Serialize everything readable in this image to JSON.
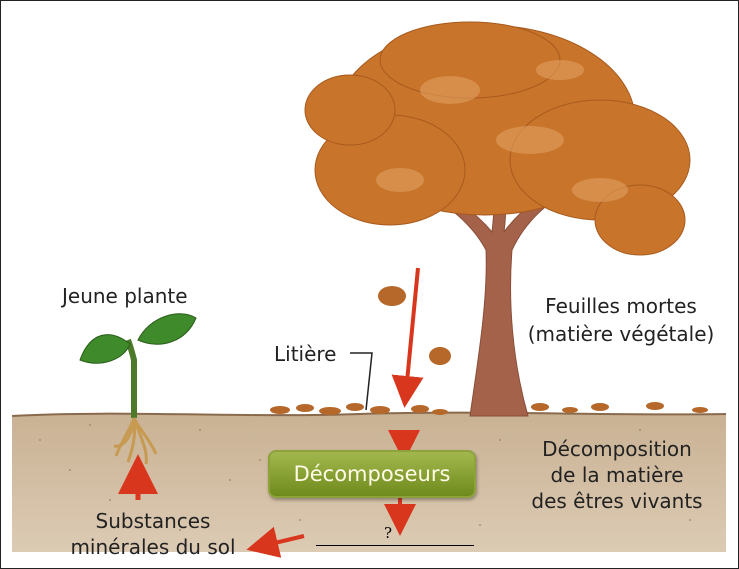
{
  "labels": {
    "young_plant": "Jeune plante",
    "litter": "Litière",
    "dead_leaves_line1": "Feuilles mortes",
    "dead_leaves_line2": "(matière végétale)",
    "decomposers": "Décomposeurs",
    "decomposition_line1": "Décomposition",
    "decomposition_line2": "de la matière",
    "decomposition_line3": "des êtres vivants",
    "minerals_line1": "Substances",
    "minerals_line2": "minérales du sol",
    "question_mark": "?"
  },
  "colors": {
    "soil": "#cdb79a",
    "arrow": "#d9361e",
    "foliage": "#c8742a",
    "trunk": "#a4624a",
    "box_green": "#7f9a2c",
    "leaf_green": "#3f8a2a"
  }
}
